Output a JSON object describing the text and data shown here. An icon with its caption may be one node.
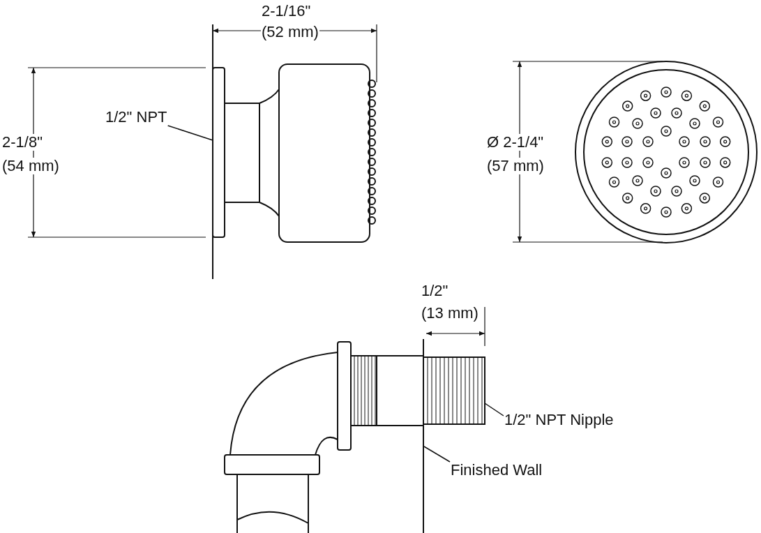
{
  "diagram": {
    "nodes": [
      {
        "text": [
          "1/2\" NPT"
        ]
      },
      {
        "text": [],
        "shape": "box"
      },
      {
        "text": [
          "1/2\" NPT Nipple"
        ]
      },
      {
        "text": [],
        "shape": "picture"
      },
      {
        "text": [
          "Finished Wall"
        ]
      },
      {
        "text": [],
        "shape": "bar"
      }
    ],
    "edges": [
      {
        "from": 0,
        "to": 1,
        "arrow": "none"
      },
      {
        "from": 2,
        "to": 3,
        "arrow": "none"
      },
      {
        "from": 4,
        "to": 5,
        "arrow": "none"
      }
    ],
    "labels": [
      "2-1/16\"",
      "(52 mm)",
      "2-1/8\"",
      "(54 mm)",
      "Ø 2-1/4\"",
      "(57 mm)",
      "1/2\"",
      "(13 mm)"
    ]
  }
}
